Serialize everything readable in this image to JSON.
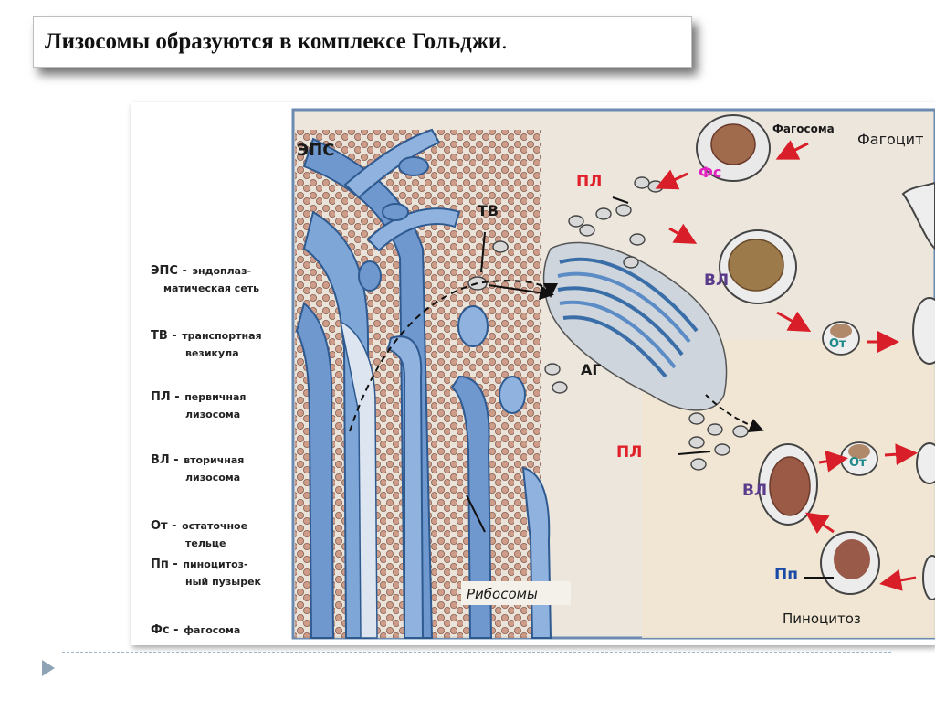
{
  "slide": {
    "title": "Лизосомы образуются в комплексе Гольджи",
    "title_dot": "."
  },
  "legend": [
    {
      "abbr": "ЭПС -",
      "line1": "эндоплаз-",
      "line2": "матическая сеть"
    },
    {
      "abbr": "ТВ -",
      "line1": "транспортная",
      "line2": "везикула"
    },
    {
      "abbr": "ПЛ -",
      "line1": "первичная",
      "line2": "лизосома"
    },
    {
      "abbr": "ВЛ -",
      "line1": "вторичная",
      "line2": "лизосома"
    },
    {
      "abbr": "От -",
      "line1": "остаточное",
      "line2": "тельце"
    },
    {
      "abbr": "Пп -",
      "line1": "пиноцитоз-",
      "line2": "ный пузырек"
    },
    {
      "abbr": "Фс -",
      "line1": "фагосома",
      "line2": ""
    }
  ],
  "diagram_labels": {
    "eps": "ЭПС",
    "tv": "ТВ",
    "pl_top": "ПЛ",
    "pl_bottom": "ПЛ",
    "ag": "АГ",
    "vl_top": "ВЛ",
    "vl_bottom": "ВЛ",
    "ot_top": "От",
    "ot_bottom": "От",
    "fs": "Фс",
    "pp": "Пп",
    "fagosoma": "Фагосома",
    "fagocit": "Фагоцит",
    "ribosomy": "Рибосомы",
    "pinocitoz": "Пиноцитоз"
  },
  "colors": {
    "pl_red": "#e0202a",
    "vl_purple": "#5a3a8a",
    "ot_teal": "#1f8a8a",
    "fs_magenta": "#e020c0",
    "pp_blue": "#1a4aa8",
    "arrow_red": "#d81e28",
    "membrane_blue": "#4a7fc0"
  }
}
